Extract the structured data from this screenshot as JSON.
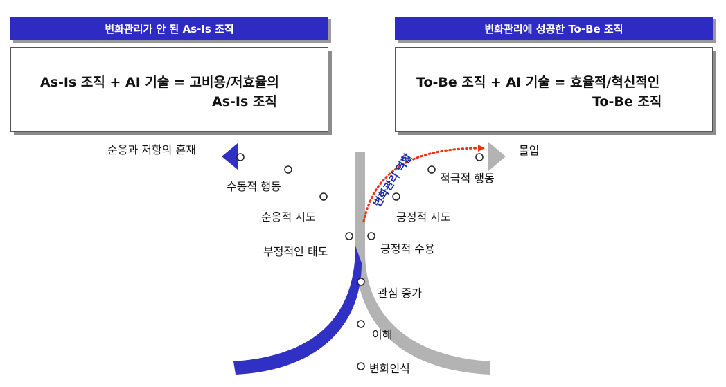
{
  "left_panel": {
    "header": "변화관리가 안 된 As-Is 조직",
    "line1": "As-Is 조직 + AI 기술 = 고비용/저효율의",
    "line2": "As-Is 조직"
  },
  "right_panel": {
    "header": "변화관리에 성공한 To-Be 조직",
    "line1": "To-Be 조직 + AI 기술 = 효율적/혁신적인",
    "line2": "To-Be 조직"
  },
  "arc_label": "변화관리 역할",
  "left_stages": [
    {
      "label": "순응과 저항의 혼재"
    },
    {
      "label": "수동적 행동"
    },
    {
      "label": "순응적 시도"
    },
    {
      "label": "부정적인 태도"
    }
  ],
  "right_stages": [
    {
      "label": "몰입"
    },
    {
      "label": "적극적 행동"
    },
    {
      "label": "긍정적 시도"
    },
    {
      "label": "긍정적 수용"
    }
  ],
  "common_stages": [
    {
      "label": "관심 증가"
    },
    {
      "label": "이해"
    },
    {
      "label": "변화인식"
    }
  ],
  "colors": {
    "header_bg": "#2d2bc4",
    "as_is_curve": "#3030c4",
    "to_be_curve": "#b3b3b3",
    "arc_dots": "#ee3311",
    "arc_label": "#1a2aa8"
  }
}
